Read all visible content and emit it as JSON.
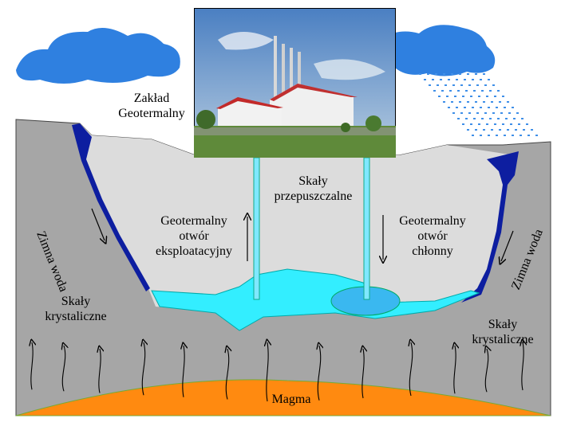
{
  "labels": {
    "plant": [
      "Zakład",
      "Geotermalny"
    ],
    "permeable_rocks": [
      "Skały",
      "przepuszczalne"
    ],
    "production_well": [
      "Geotermalny",
      "otwór",
      "eksploatacyjny"
    ],
    "injection_well": [
      "Geotermalny",
      "otwór",
      "chłonny"
    ],
    "cold_water_left": "Zimna woda",
    "cold_water_right": "Zimna woda",
    "crystalline_left": [
      "Skały",
      "krystaliczne"
    ],
    "crystalline_right": [
      "Skały",
      "krystaliczne"
    ],
    "magma": "Magma"
  },
  "colors": {
    "rock": "#a6a6a6",
    "permeable": "#dcdcdc",
    "aquifer": "#33eeff",
    "cold_water": "#0d1ea0",
    "magma": "#ff8a10",
    "cloud": "#2f80e0",
    "rain": "#3f8fe8",
    "well": "#7fe8ff"
  },
  "icons": {
    "photo": "geothermal-plant-photo",
    "cloud_left": "cloud-icon",
    "cloud_right": "rain-cloud-icon",
    "rain": "rain-icon",
    "heat_arrows": "heat-flow-arrows"
  }
}
